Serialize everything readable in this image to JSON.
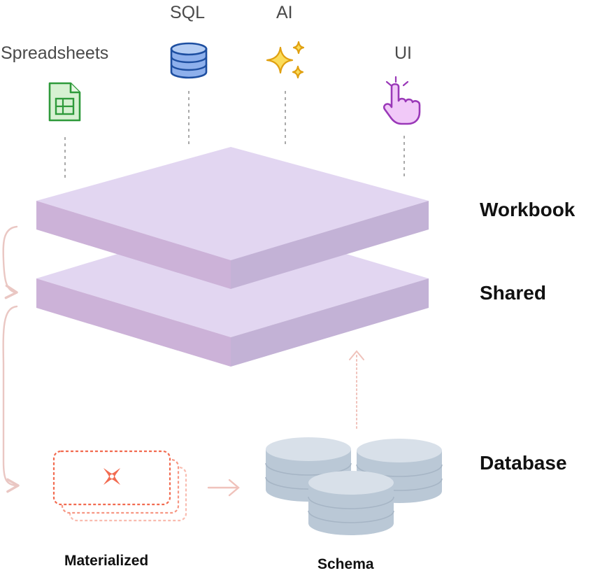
{
  "top_labels": {
    "spreadsheets": "Spreadsheets",
    "sql": "SQL",
    "ai": "AI",
    "ui": "UI"
  },
  "layers": {
    "workbook": "Workbook",
    "shared": "Shared",
    "database": "Database"
  },
  "bottom_labels": {
    "materialized": "Materialized",
    "schema": "Schema"
  },
  "icons": {
    "spreadsheet": "spreadsheet-icon",
    "sql": "database-icon",
    "ai": "sparkles-icon",
    "ui": "pointing-hand-icon",
    "materialized": "dbt-logo-icon"
  },
  "colors": {
    "layer_top": "#e2d6f1",
    "layer_front": "#ccb2d8",
    "layer_side": "#c3b2d6",
    "connector": "#eac7c3",
    "dotted_arrow": "#f0c2bb",
    "materialized": "#f26b50",
    "db_top": "#d8e0e9",
    "db_side": "#bac8d6",
    "spreadsheet": "#2e9a3a",
    "sql": "#1e4fa1",
    "ai": "#e0a010",
    "ui": "#9a38b8"
  }
}
